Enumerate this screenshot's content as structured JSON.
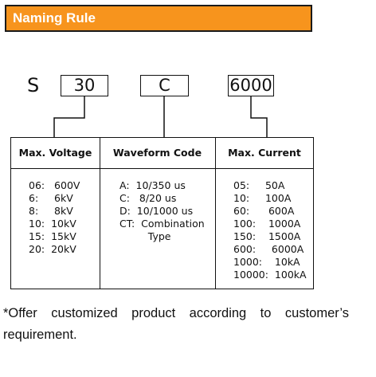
{
  "section": {
    "title": "Naming Rule",
    "accent_color": "#F7941D"
  },
  "code": {
    "prefix": "S",
    "boxes": [
      "30",
      "C",
      "6000"
    ]
  },
  "table": {
    "headers": [
      "Max. Voltage",
      "Waveform Code",
      "Max. Current"
    ],
    "voltage": [
      "06:   600V",
      "6:     6kV",
      "8:     8kV",
      "10:  10kV",
      "15:  15kV",
      "20:  20kV"
    ],
    "waveform": [
      "A:  10/350 us",
      "C:   8/20 us",
      "D:  10/1000 us",
      "CT:  Combination",
      "         Type"
    ],
    "current": [
      "05:     50A",
      "10:     100A",
      "60:      600A",
      "100:    1000A",
      "150:    1500A",
      "600:     6000A",
      "1000:    10kA",
      "10000:  100kA"
    ]
  },
  "footnote": "*Offer customized product according to customer’s requirement."
}
